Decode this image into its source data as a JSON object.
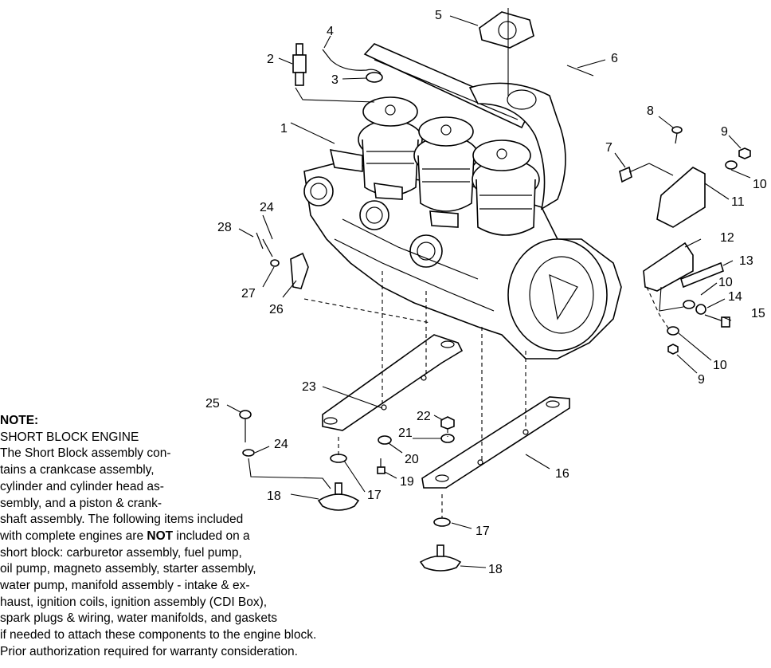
{
  "note": {
    "title": "NOTE:",
    "lines": [
      "SHORT BLOCK ENGINE",
      "The Short Block assembly con-",
      "tains a crankcase assembly,",
      "cylinder and cylinder head as-",
      "sembly, and a piston & crank-",
      "shaft assembly.  The following items included",
      "with complete engines are |NOT| included on a",
      "short block:  carburetor assembly, fuel pump,",
      "oil pump, magneto assembly, starter assembly,",
      "water pump, manifold assembly - intake & ex-",
      "haust, ignition coils, ignition assembly (CDI Box),",
      "spark plugs & wiring, water manifolds, and gaskets",
      "if needed to attach these components to the engine block.",
      "Prior authorization required for warranty consideration."
    ]
  },
  "callouts": [
    "1",
    "2",
    "3",
    "4",
    "5",
    "6",
    "7",
    "8",
    "9",
    "10",
    "11",
    "12",
    "13",
    "10",
    "14",
    "15",
    "10",
    "9",
    "16",
    "17",
    "18",
    "19",
    "20",
    "21",
    "22",
    "23",
    "24",
    "25",
    "17",
    "18",
    "24",
    "26",
    "27",
    "28"
  ]
}
